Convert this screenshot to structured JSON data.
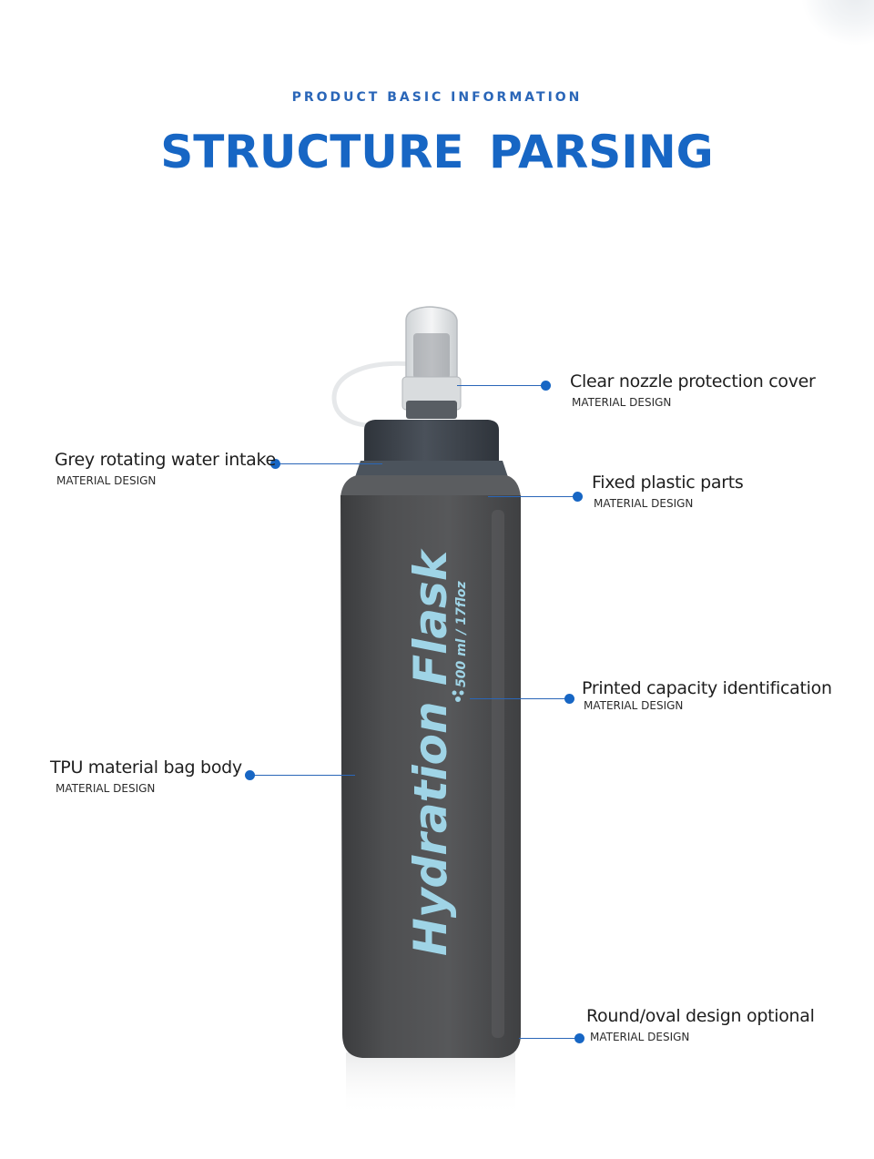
{
  "header": {
    "kicker": "PRODUCT BASIC INFORMATION",
    "title": "STRUCTURE PARSING"
  },
  "product": {
    "brand_text": "Hydration Flask",
    "capacity_text": "500 ml / 17floz",
    "body_color": "#4b4c4e",
    "cap_color": "#3d434b",
    "print_color": "#9fd4e6"
  },
  "accent_color": "#1766c4",
  "callouts": [
    {
      "title": "Clear nozzle protection cover",
      "subtitle": "MATERIAL DESIGN"
    },
    {
      "title": "Grey rotating water intake",
      "subtitle": "MATERIAL DESIGN"
    },
    {
      "title": "Fixed plastic parts",
      "subtitle": "MATERIAL DESIGN"
    },
    {
      "title": "Printed capacity identification",
      "subtitle": "MATERIAL DESIGN"
    },
    {
      "title": "TPU material bag body",
      "subtitle": "MATERIAL DESIGN"
    },
    {
      "title": "Round/oval design optional",
      "subtitle": "MATERIAL DESIGN"
    }
  ]
}
